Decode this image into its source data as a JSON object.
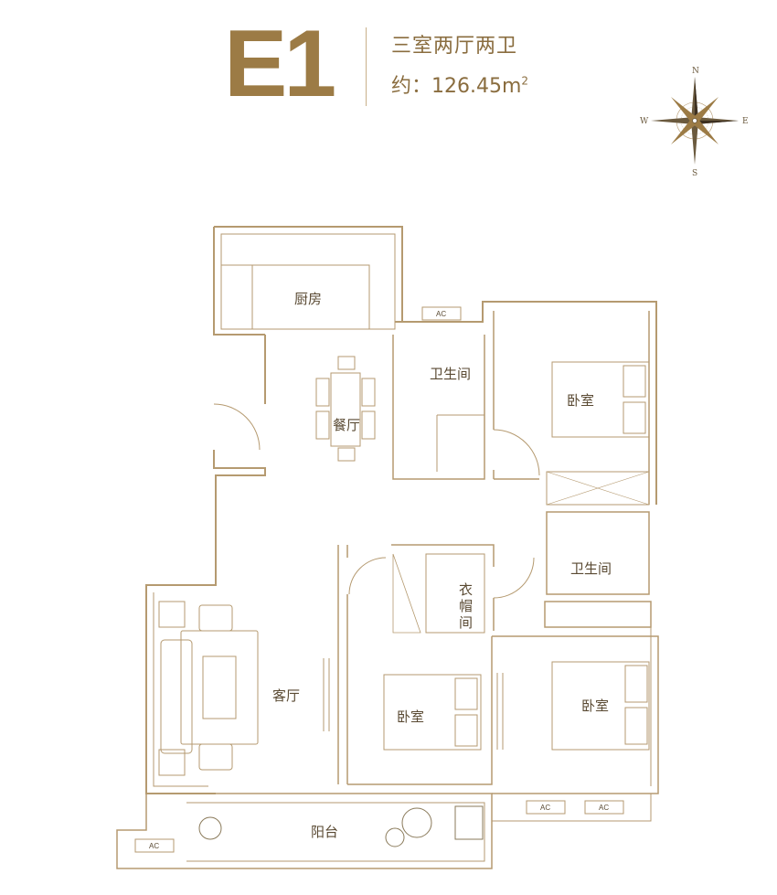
{
  "header": {
    "model": "E1",
    "layout_desc": "三室两厅两卫",
    "area_prefix": "约：126.45m",
    "area_sup": "2"
  },
  "compass": {
    "n": "N",
    "s": "S",
    "e": "E",
    "w": "W"
  },
  "rooms": {
    "kitchen": "厨房",
    "dining": "餐厅",
    "bath1": "卫生间",
    "bedroom1": "卧室",
    "bath2": "卫生间",
    "closet1": "衣",
    "closet2": "帽",
    "closet3": "间",
    "living": "客厅",
    "bedroom2": "卧室",
    "bedroom3": "卧室",
    "balcony": "阳台"
  },
  "ac_units": [
    "AC",
    "AC",
    "AC",
    "AC"
  ],
  "colors": {
    "accent": "#9c7b45",
    "wall": "#b59a70",
    "text": "#5a4a33"
  }
}
